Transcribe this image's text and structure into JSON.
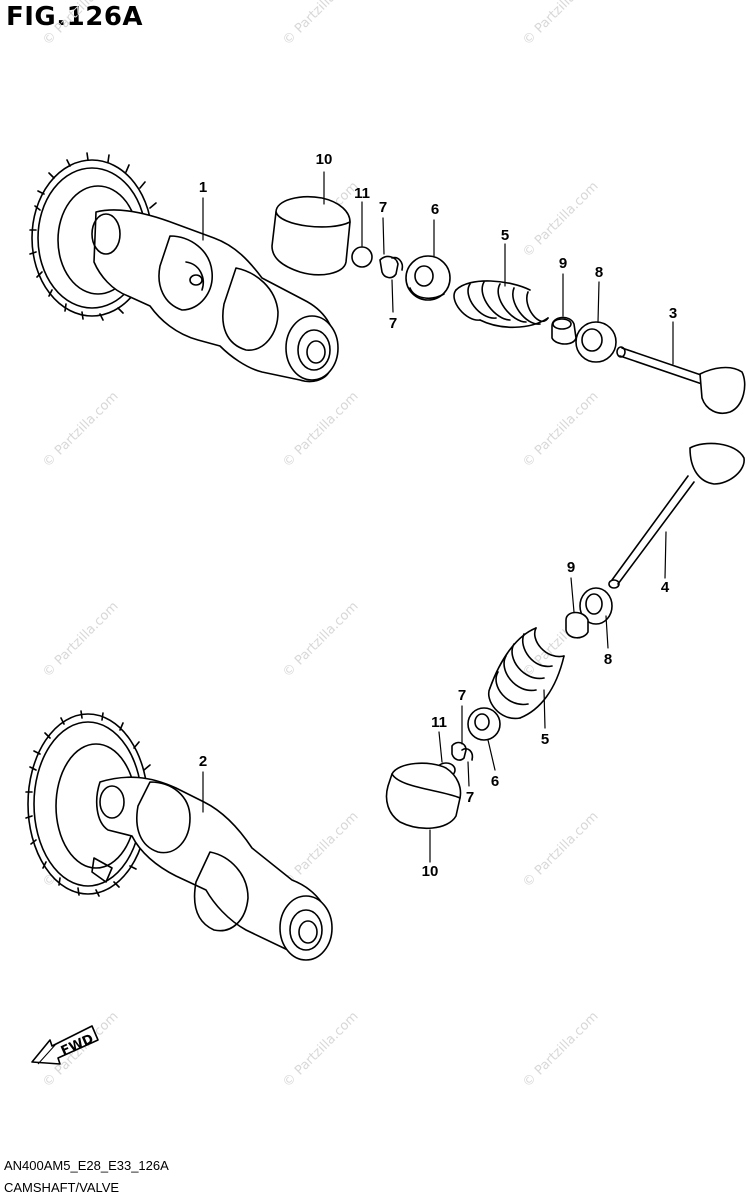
{
  "figure": {
    "title": "FIG.126A",
    "code": "AN400AM5_E28_E33_126A",
    "name": "CAMSHAFT/VALVE"
  },
  "watermark": "© Partzilla.com",
  "fwd_label": "FWD",
  "callouts": {
    "top": [
      "1",
      "10",
      "11",
      "7",
      "7",
      "6",
      "5",
      "9",
      "8",
      "3"
    ],
    "bottom": [
      "4",
      "9",
      "8",
      "5",
      "7",
      "11",
      "6",
      "7",
      "10",
      "2"
    ]
  }
}
